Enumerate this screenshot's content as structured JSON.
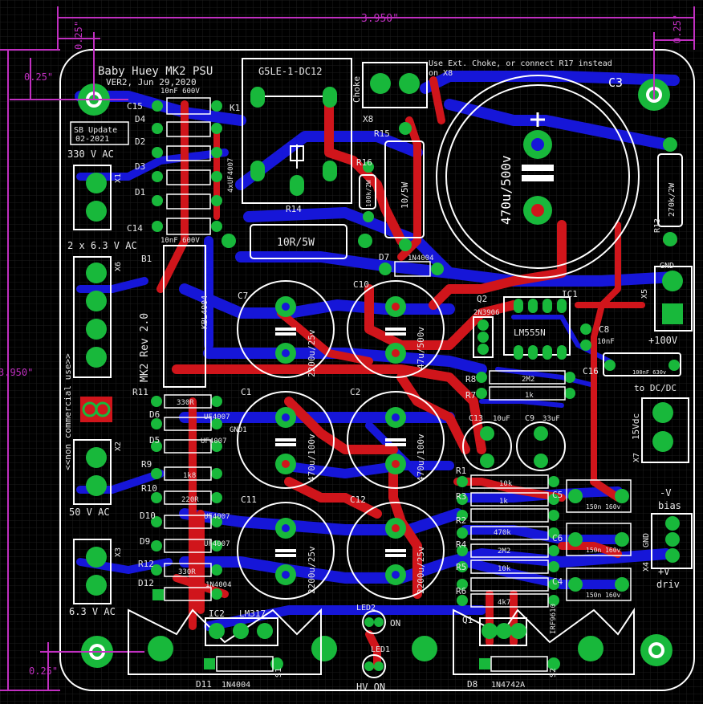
{
  "colors": {
    "background": "#000000",
    "grid": "#1c1c1c",
    "outline": "#ffffff",
    "silkscreen": "#e6e6e6",
    "top_copper": "#d0151b",
    "bottom_copper": "#1616d8",
    "pad": "#18b83b",
    "via_hole": "#0d0d0d",
    "dimension": "#c02fc0",
    "warning_pad": "#d0151b"
  },
  "dimensions": {
    "width_top": "3.950\"",
    "height_left": "3.950\"",
    "corner_tl_x": "0.25\"",
    "corner_tl_y": "0.25\"",
    "corner_tr_x": "0.25\"",
    "corner_bl_x": "0.25\""
  },
  "labels": {
    "title": "Baby Huey MK2 PSU",
    "version": "VER2, Jun 29,2020",
    "sb_update_1": "SB Update",
    "sb_update_2": "02-2021",
    "relay": "G5LE-1-DC12",
    "choke_note_1": "Use Ext. Choke, or connect R17 instead",
    "choke_note_2": "on X8",
    "choke": "Choke",
    "hv_ac": "330 V AC",
    "heater_ac": "2 x 6.3 V AC",
    "bias_ac": "50 V AC",
    "aux_ac": "6.3 V AC",
    "rev": "MK2 Rev 2.0",
    "non_commercial": "<<non commercial use>>",
    "to_dcdc": "to DC/DC",
    "v15dc": "15Vdc",
    "neg_bias_1": "-V",
    "neg_bias_2": "bias",
    "pos_driv_1": "+V",
    "pos_driv_2": "driv",
    "gnd": "GND",
    "gnd2": "GND",
    "plus_100v": "+100V",
    "hv_on": "HV ON",
    "on": "ON"
  },
  "components": {
    "c3": "C3",
    "c3_value": "470u/500v",
    "r13": "R13",
    "r13_value": "270k/2W",
    "r14": "R14",
    "r14_value": "10R/5W",
    "r15": "R15",
    "r16": "R16",
    "r16_value": "100k/2W",
    "r17_value": "10/5W",
    "d7": "D7",
    "d7_value": "1N4004",
    "c10": "C10",
    "c10_value": "47u/500v",
    "c7": "C7",
    "c7_value": "2200u/25v",
    "c1": "C1",
    "c1_value": "470u/100v",
    "c2": "C2",
    "c2_value": "470u/100v",
    "c11": "C11",
    "c11_value": "2200u/25v",
    "c12": "C12",
    "c12_value": "2200u/25v",
    "c15": "C15",
    "c15_value": "10nF 600V",
    "c14": "C14",
    "c14_value": "10nF 600V",
    "k1": "K1",
    "x8": "X8",
    "x1": "X1",
    "x6": "X6",
    "x2": "X2",
    "x3": "X3",
    "x5": "X5",
    "x7": "X7",
    "x4": "X4",
    "b1": "B1",
    "b1_value": "KBL4004",
    "d1": "D1",
    "d2": "D2",
    "d3": "D3",
    "d4": "D4",
    "uf4007": "4xUF4007",
    "ic1": "IC1",
    "ic1_value": "LM555N",
    "q2": "Q2",
    "q2_value": "2N3906",
    "c8": "C8",
    "c8_value": "10nF",
    "c16": "C16",
    "c16_value": "100nF 630v",
    "r8": "R8",
    "r8_value": "2M2",
    "r7": "R7",
    "r7_value": "1k",
    "c13": "C13",
    "c13_value": "10uF",
    "c9": "C9",
    "c9_value": "33uF",
    "r1": "R1",
    "r1_value": "10k",
    "r3": "R3",
    "r3_value": "1k",
    "r2": "R2",
    "r2_value": "470k",
    "r4": "R4",
    "r4_value": "2M2",
    "r5": "R5",
    "r5_value": "10k",
    "r6": "R6",
    "r6_value": "4k7",
    "c5": "C5",
    "c5_value": "150n 160v",
    "c6": "C6",
    "c6_value": "150n 160v",
    "c4": "C4",
    "c4_value": "150n 160v",
    "r11": "R11",
    "r11_value": "330R",
    "d6": "D6",
    "d6_value": "UF4007",
    "d5": "D5",
    "d5_value": "UF4007",
    "gnd1": "GND1",
    "r9": "R9",
    "r9_value": "1k8",
    "r10": "R10",
    "r10_value": "220R",
    "d10": "D10",
    "d10_value": "UF4007",
    "d9": "D9",
    "d9_value": "UF4007",
    "r12": "R12",
    "r12_value": "330R",
    "d12": "D12",
    "d12_value": "1N4004",
    "ic2": "IC2",
    "ic2_value": "LM317",
    "d11": "D11",
    "d11_value": "1N4004",
    "s1": "S1",
    "led2": "LED2",
    "led1": "LED1",
    "q1": "Q1",
    "q1_value": "IRF9610",
    "d8": "D8",
    "d8_value": "1N4742A",
    "s2": "S2"
  }
}
